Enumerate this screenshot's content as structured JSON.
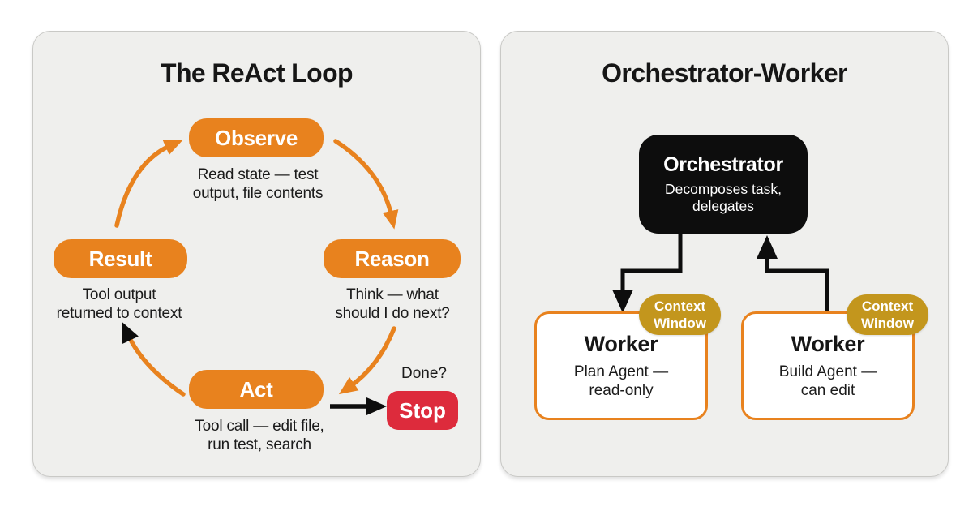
{
  "colors": {
    "accent_orange": "#e8821e",
    "stop_red": "#dd2b3c",
    "badge_gold": "#c3961d",
    "box_black": "#0d0d0d",
    "panel_bg": "#efefed"
  },
  "left_panel": {
    "title": "The ReAct Loop",
    "nodes": {
      "observe": {
        "label": "Observe",
        "caption": "Read state — test\noutput, file contents"
      },
      "reason": {
        "label": "Reason",
        "caption": "Think — what\nshould I do next?"
      },
      "act": {
        "label": "Act",
        "caption": "Tool call — edit file,\nrun test, search"
      },
      "result": {
        "label": "Result",
        "caption": "Tool output\nreturned to context"
      }
    },
    "done_label": "Done?",
    "stop_label": "Stop"
  },
  "right_panel": {
    "title": "Orchestrator-Worker",
    "orchestrator": {
      "label": "Orchestrator",
      "caption": "Decomposes task,\ndelegates"
    },
    "workers": [
      {
        "label": "Worker",
        "caption": "Plan Agent —\nread-only",
        "badge": "Context\nWindow"
      },
      {
        "label": "Worker",
        "caption": "Build Agent —\ncan edit",
        "badge": "Context\nWindow"
      }
    ]
  }
}
